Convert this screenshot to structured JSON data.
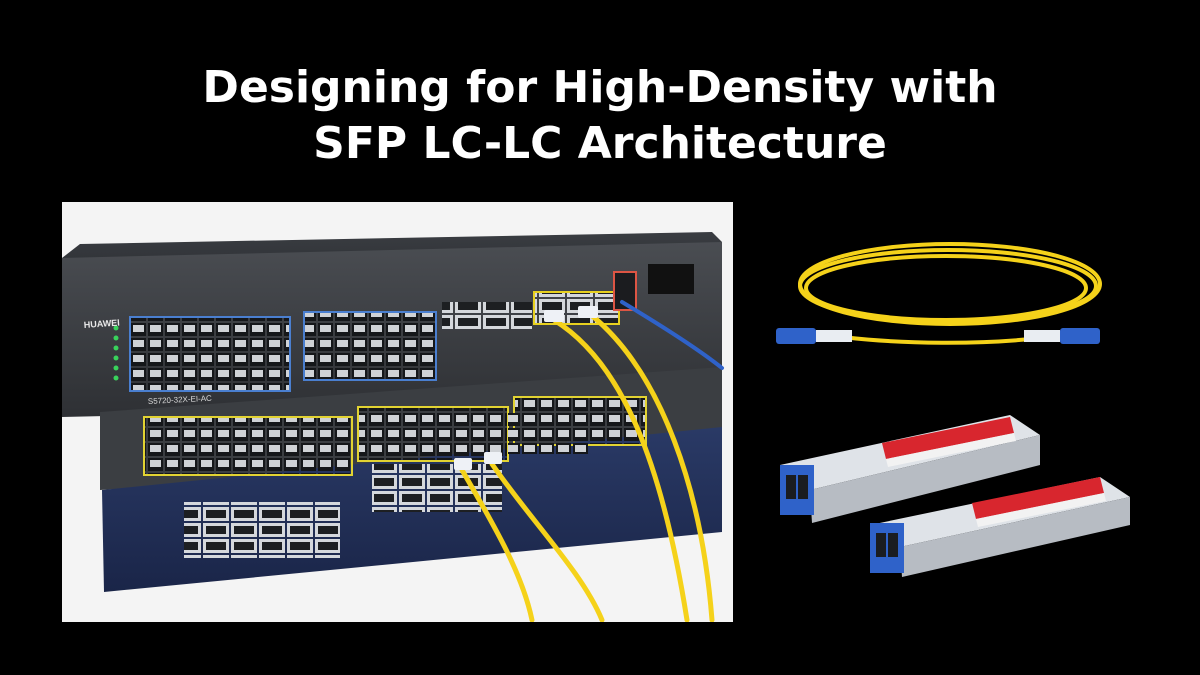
{
  "title": {
    "line1": "Designing for High-Density with",
    "line2": "SFP LC-LC Architecture"
  },
  "switch": {
    "brand": "HUAWEI",
    "model": "S5720-32X-EI-AC"
  },
  "colors": {
    "background": "#000000",
    "title_text": "#ffffff",
    "fiber_yellow": "#f5d21a",
    "lc_blue": "#2f62c9",
    "sfp_label_red": "#d8262e"
  }
}
